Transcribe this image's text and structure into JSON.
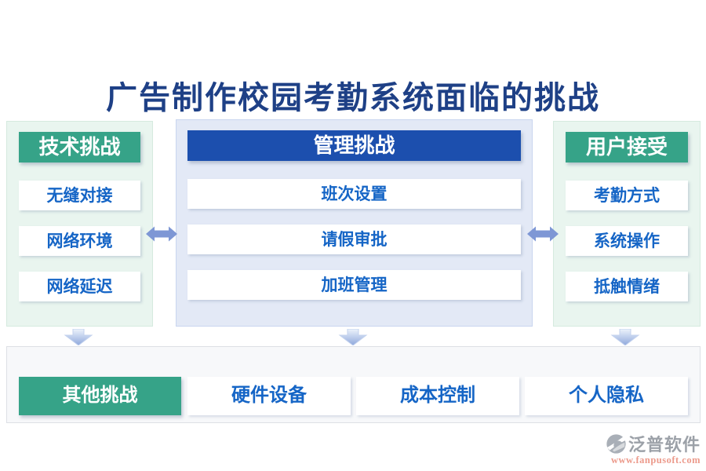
{
  "title": "广告制作校园考勤系统面临的挑战",
  "columns": [
    {
      "header": "技术挑战",
      "style": "green",
      "items": [
        "无缝对接",
        "网络环境",
        "网络延迟"
      ]
    },
    {
      "header": "管理挑战",
      "style": "blue",
      "items": [
        "班次设置",
        "请假审批",
        "加班管理"
      ]
    },
    {
      "header": "用户接受",
      "style": "green",
      "items": [
        "考勤方式",
        "系统操作",
        "抵触情绪"
      ]
    }
  ],
  "bottom": {
    "header": "其他挑战",
    "items": [
      "硬件设备",
      "成本控制",
      "个人隐私"
    ]
  },
  "footer": {
    "brand": "泛普软件",
    "url": "www.fanpusoft.com"
  },
  "icons": {
    "horizontal": "double-arrow-icon",
    "vertical": "down-arrow-icon",
    "logo": "brand-logo-icon"
  },
  "colors": {
    "title_text": "#1E4086",
    "header_green": "#36A388",
    "header_blue": "#1C4FAE",
    "item_text_blue": "#1565C6",
    "panel_green_bg": "#E9F5EF",
    "panel_blue_bg": "#E3E9F6",
    "bottom_panel_bg": "#F7F8FA",
    "arrow_blue": "#7E97D5",
    "footer_grey": "#9CA1A8",
    "footer_url": "#EC9A8B"
  }
}
